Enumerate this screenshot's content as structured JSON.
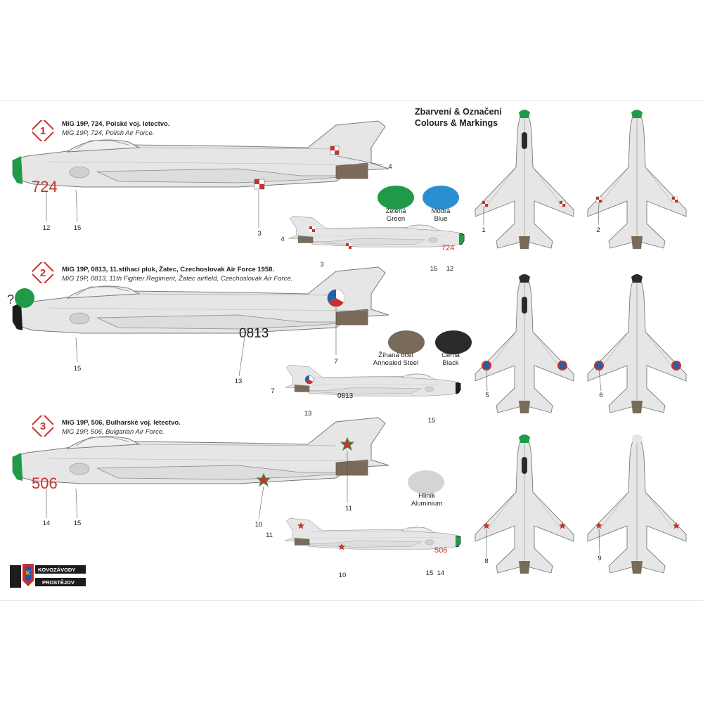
{
  "header": {
    "line1": "Zbarvení & Označení",
    "line2": "Colours & Markings"
  },
  "schemes": [
    {
      "number": "1",
      "title_cz": "MiG 19P, 724, Polské voj. letectvo.",
      "title_en": "MiG 19P, 724, Polish Air Force.",
      "serial": "724",
      "serial_color": "#c8312e",
      "nose_color": "#1f9b47"
    },
    {
      "number": "2",
      "title_cz": "MiG 19P, 0813, 11.stíhací pluk, Žatec, Czechoslovak Air Force 1958.",
      "title_en": "MiG 19P, 0813, 11th Fighter Regiment, Žatec airfield, Czechoslovak Air Force.",
      "serial": "0813",
      "serial_color": "#1c1c1c",
      "nose_color": "#1c1c1c"
    },
    {
      "number": "3",
      "title_cz": "MiG 19P, 506, Bulharské voj. letectvo.",
      "title_en": "MiG 19P, 506, Bulgarian Air Force.",
      "serial": "506",
      "serial_color": "#c8312e",
      "nose_color": "#1f9b47"
    }
  ],
  "question_mark": "?",
  "swatches": [
    {
      "name_cz": "Zelená",
      "name_en": "Green",
      "color": "#1f9b47"
    },
    {
      "name_cz": "Modrá",
      "name_en": "Blue",
      "color": "#2a8fd0"
    },
    {
      "name_cz": "Žíhaná ocel",
      "name_en": "Annealed Steel",
      "color": "#7a6a5a"
    },
    {
      "name_cz": "Černá",
      "name_en": "Black",
      "color": "#2b2b2b"
    },
    {
      "name_cz": "Hliník",
      "name_en": "Aluminium",
      "color": "#d4d4d4"
    }
  ],
  "callouts": {
    "s1_side": [
      "4",
      "12",
      "15",
      "3"
    ],
    "s1_small": [
      "4",
      "3",
      "15",
      "12"
    ],
    "s2_side": [
      "15",
      "13",
      "7"
    ],
    "s2_small": [
      "7",
      "13",
      "15"
    ],
    "s3_side": [
      "14",
      "15",
      "10",
      "11"
    ],
    "s3_small": [
      "11",
      "10",
      "15",
      "14"
    ],
    "plan": [
      "1",
      "2",
      "5",
      "6",
      "8",
      "9"
    ]
  },
  "logo": {
    "line1": "KOVOZÁVODY",
    "line2": "PROSTĚJOV",
    "mark": "K"
  },
  "colors": {
    "airframe": "#e6e6e6",
    "outline": "#7a7a7a",
    "badge_red": "#c8312e",
    "exhaust": "#7a6a5a"
  }
}
